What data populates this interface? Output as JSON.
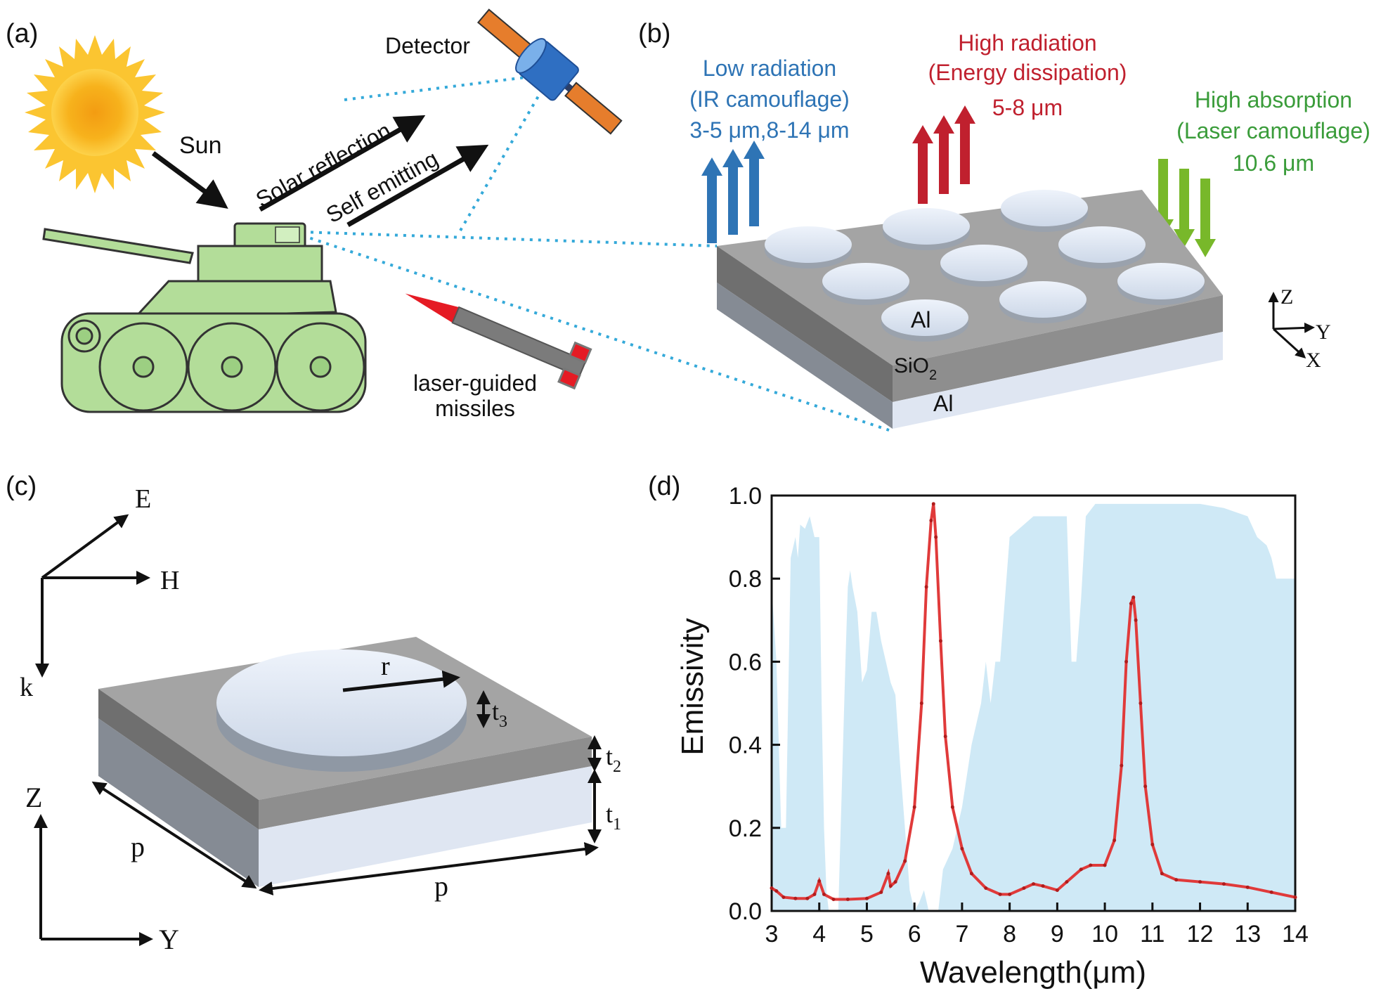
{
  "panel_a": {
    "label": "(a)",
    "sun": "Sun",
    "detector": "Detector",
    "solar_reflection": "Solar reflection",
    "self_emitting": "Self emitting",
    "missile_line1": "laser-guided",
    "missile_line2": "missiles",
    "colors": {
      "tank": "#b3dd99",
      "sun": "#f7b21c",
      "satellite": "#2f6fc2",
      "panel": "#e67d2c",
      "dotted": "#34a9d9"
    }
  },
  "panel_b": {
    "label": "(b)",
    "low_line1": "Low radiation",
    "low_line2": "(IR camouflage)",
    "low_line3": "3-5 μm,8-14 μm",
    "high_line1": "High radiation",
    "high_line2": "(Energy dissipation)",
    "high_line3": "5-8 μm",
    "abs_line1": "High absorption",
    "abs_line2": "(Laser camouflage)",
    "abs_line3": "10.6 μm",
    "layer_top": "Al",
    "layer_mid": "SiO",
    "layer_mid_sub": "2",
    "layer_bottom": "Al",
    "axis_z": "Z",
    "axis_y": "Y",
    "axis_x": "X",
    "colors": {
      "low": "#2e74b5",
      "high": "#c0202e",
      "absorb": "#78b82a"
    }
  },
  "panel_c": {
    "label": "(c)",
    "e": "E",
    "h": "H",
    "k": "k",
    "r": "r",
    "t": "t",
    "t3": "3",
    "t2": "2",
    "t1": "1",
    "p1": "p",
    "p2": "p",
    "z": "Z",
    "y": "Y"
  },
  "panel_d": {
    "label": "(d)"
  },
  "chart_data": {
    "type": "line",
    "xlabel": "Wavelength(μm)",
    "ylabel": "Emissivity",
    "xlim": [
      3,
      14
    ],
    "ylim": [
      0,
      1
    ],
    "xticks": [
      "3",
      "4",
      "5",
      "6",
      "7",
      "8",
      "9",
      "10",
      "11",
      "12",
      "13",
      "14"
    ],
    "yticks": [
      "0.0",
      "0.2",
      "0.4",
      "0.6",
      "0.8",
      "1.0"
    ],
    "series": [
      {
        "color": "#e03a3a",
        "x": [
          3.0,
          3.1,
          3.25,
          3.5,
          3.75,
          3.9,
          4.0,
          4.1,
          4.3,
          4.6,
          5.0,
          5.3,
          5.45,
          5.5,
          5.6,
          5.8,
          6.0,
          6.15,
          6.25,
          6.35,
          6.4,
          6.45,
          6.55,
          6.65,
          6.8,
          7.0,
          7.2,
          7.5,
          7.8,
          8.0,
          8.3,
          8.5,
          8.7,
          9.0,
          9.2,
          9.5,
          9.7,
          10.0,
          10.2,
          10.35,
          10.45,
          10.55,
          10.6,
          10.65,
          10.75,
          10.85,
          11.0,
          11.2,
          11.5,
          12.0,
          12.5,
          13.0,
          13.5,
          14.0
        ],
        "y": [
          0.055,
          0.048,
          0.033,
          0.03,
          0.03,
          0.04,
          0.072,
          0.04,
          0.028,
          0.028,
          0.03,
          0.045,
          0.09,
          0.06,
          0.07,
          0.12,
          0.25,
          0.5,
          0.78,
          0.94,
          0.98,
          0.9,
          0.65,
          0.42,
          0.25,
          0.15,
          0.09,
          0.055,
          0.04,
          0.04,
          0.055,
          0.065,
          0.06,
          0.05,
          0.07,
          0.1,
          0.11,
          0.11,
          0.17,
          0.35,
          0.6,
          0.74,
          0.755,
          0.7,
          0.5,
          0.3,
          0.16,
          0.09,
          0.075,
          0.07,
          0.065,
          0.057,
          0.045,
          0.033
        ]
      }
    ],
    "atmosphere_window": {
      "color": "#cfe9f6",
      "x": [
        3.0,
        3.1,
        3.2,
        3.3,
        3.4,
        3.5,
        3.55,
        3.6,
        3.7,
        3.8,
        3.9,
        4.0,
        4.05,
        4.1,
        4.15,
        4.2,
        4.4,
        4.5,
        4.55,
        4.6,
        4.65,
        4.7,
        4.8,
        4.9,
        5.0,
        5.1,
        5.2,
        5.3,
        5.4,
        5.5,
        5.6,
        5.7,
        5.8,
        5.9,
        6.0,
        6.1,
        6.2,
        6.3,
        6.5,
        6.6,
        6.8,
        7.0,
        7.2,
        7.4,
        7.5,
        7.6,
        7.7,
        7.8,
        8.0,
        8.5,
        9.0,
        9.2,
        9.3,
        9.4,
        9.5,
        9.6,
        9.8,
        10.0,
        10.5,
        11.0,
        11.5,
        12.0,
        12.5,
        13.0,
        13.2,
        13.4,
        13.5,
        13.6,
        13.8,
        14.0
      ],
      "y": [
        0.78,
        0.6,
        0.2,
        0.2,
        0.85,
        0.9,
        0.85,
        0.93,
        0.92,
        0.95,
        0.9,
        0.9,
        0.5,
        0.2,
        0.05,
        0.0,
        0.0,
        0.4,
        0.6,
        0.78,
        0.82,
        0.78,
        0.72,
        0.55,
        0.58,
        0.72,
        0.72,
        0.65,
        0.6,
        0.55,
        0.52,
        0.35,
        0.2,
        0.05,
        0.0,
        0.02,
        0.05,
        0.0,
        0.0,
        0.1,
        0.15,
        0.25,
        0.4,
        0.5,
        0.6,
        0.5,
        0.6,
        0.6,
        0.9,
        0.95,
        0.95,
        0.95,
        0.6,
        0.6,
        0.75,
        0.95,
        0.98,
        0.98,
        0.98,
        0.98,
        0.98,
        0.98,
        0.97,
        0.95,
        0.9,
        0.88,
        0.85,
        0.8,
        0.8,
        0.8
      ]
    }
  }
}
